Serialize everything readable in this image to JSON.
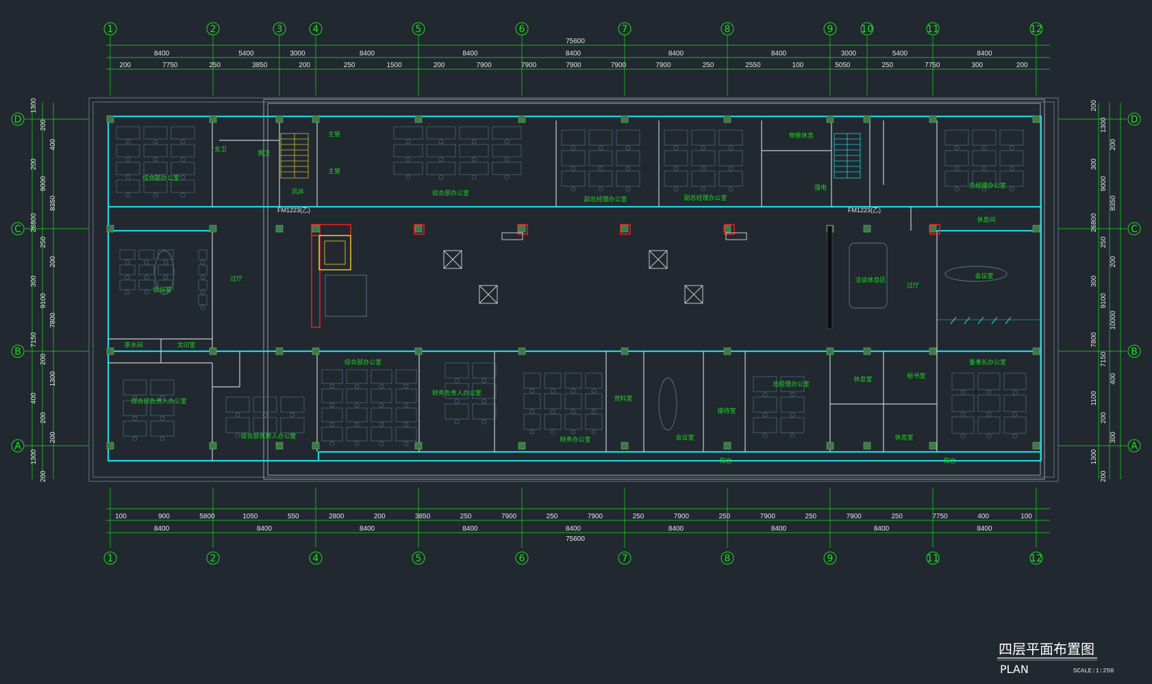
{
  "drawing": {
    "title_cn": "四层平面布置图",
    "title_en": "PLAN",
    "scale": "SCALE:1:250"
  },
  "axes": {
    "columns": [
      "1",
      "2",
      "3",
      "4",
      "5",
      "6",
      "7",
      "8",
      "9",
      "10",
      "11",
      "12"
    ],
    "bottom_columns": [
      "1",
      "2",
      "4",
      "5",
      "6",
      "7",
      "8",
      "9",
      "11",
      "12"
    ],
    "rows": [
      "D",
      "C",
      "B",
      "A"
    ]
  },
  "dimensions": {
    "top_total": "75600",
    "top_row1": [
      "8400",
      "5400",
      "3000",
      "8400",
      "8400",
      "8400",
      "8400",
      "8400",
      "3000",
      "5400",
      "8400"
    ],
    "top_row2": [
      "200",
      "7750",
      "250",
      "3850",
      "200",
      "250",
      "1500",
      "200",
      "7900",
      "7900",
      "7900",
      "7900",
      "7900",
      "250",
      "2550",
      "100",
      "5050",
      "250",
      "7750",
      "300",
      "200"
    ],
    "bottom_total": "75600",
    "bottom_row1": [
      "8400",
      "8400",
      "8400",
      "8400",
      "8400",
      "8400",
      "8400",
      "8400",
      "8400"
    ],
    "bottom_row2": [
      "100",
      "900",
      "5800",
      "1050",
      "550",
      "2800",
      "200",
      "3850",
      "250",
      "7900",
      "250",
      "7900",
      "250",
      "7900",
      "250",
      "7900",
      "250",
      "7900",
      "250",
      "7750",
      "400",
      "100"
    ],
    "left": [
      "1300",
      "200",
      "400",
      "200",
      "9000",
      "8350",
      "26800",
      "250",
      "200",
      "300",
      "9100",
      "7800",
      "7150",
      "200",
      "1300",
      "400",
      "200",
      "200",
      "1300",
      "200"
    ],
    "right": [
      "200",
      "1300",
      "200",
      "300",
      "9000",
      "8350",
      "26800",
      "250",
      "200",
      "300",
      "9100",
      "10000",
      "7800",
      "7150",
      "400",
      "1100",
      "200",
      "300",
      "1300",
      "200"
    ],
    "side_left_main": "26800",
    "side_right_main": "26800"
  },
  "doors": {
    "fm_left": "FM1223(乙)",
    "fm_right": "FM1223(乙)"
  },
  "rooms": {
    "r1": "综合部办公室",
    "r2": "女卫",
    "r3": "男卫",
    "r4": "主管",
    "r5": "主管",
    "r6": "风井",
    "r7": "综合部办公室",
    "r8": "副总经理办公室",
    "r9": "副总经理办公室",
    "r10": "物管休息",
    "r11": "强电",
    "r12": "总经理办公室",
    "r13": "休息间",
    "r14": "会议室",
    "r15": "过厅",
    "r16": "茶水间",
    "r17": "文印室",
    "r18": "洽谈休息区",
    "r19": "过厅",
    "r20": "会议室",
    "r21": "综合部负责人办公室",
    "r22": "综合部负责人办公室",
    "r23": "综合部办公室",
    "r24": "财务负责人办公室",
    "r25": "财务办公室",
    "r26": "资料室",
    "r27": "会议室",
    "r28": "接待室",
    "r29": "总经理办公室",
    "r30": "休息室",
    "r31": "休息室",
    "r32": "秘书室",
    "r33": "董事长办公室",
    "r34": "阳台",
    "r35": "阳台"
  },
  "colors": {
    "background": "#212830",
    "axis_green": "#1ee11e",
    "wall_cyan": "#1fd6e0",
    "furniture": "#4a6a7a",
    "column_red": "#ff2020",
    "elevator_yellow": "#ffd21e"
  }
}
